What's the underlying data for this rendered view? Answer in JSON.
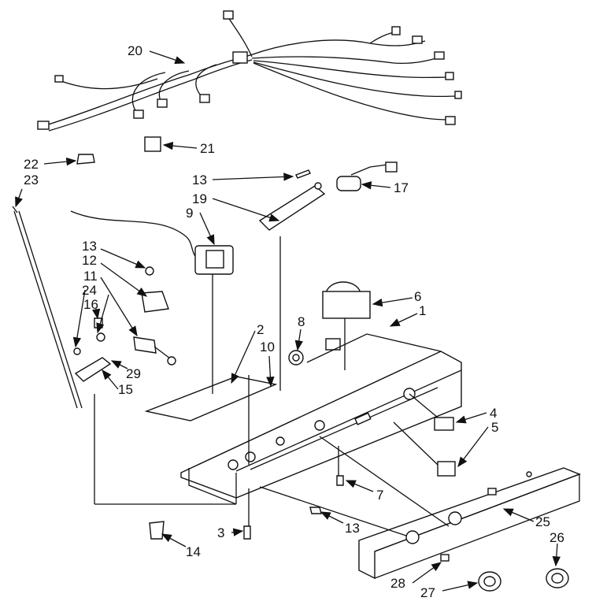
{
  "callouts": {
    "c1": "1",
    "c2": "2",
    "c3": "3",
    "c4": "4",
    "c5": "5",
    "c6": "6",
    "c7": "7",
    "c8": "8",
    "c9": "9",
    "c10": "10",
    "c11": "11",
    "c12": "12",
    "c13a": "13",
    "c13b": "13",
    "c13c": "13",
    "c14": "14",
    "c15": "15",
    "c16": "16",
    "c17": "17",
    "c19": "19",
    "c20": "20",
    "c21": "21",
    "c22": "22",
    "c23": "23",
    "c24": "24",
    "c25": "25",
    "c26": "26",
    "c27": "27",
    "c28": "28",
    "c29": "29"
  }
}
